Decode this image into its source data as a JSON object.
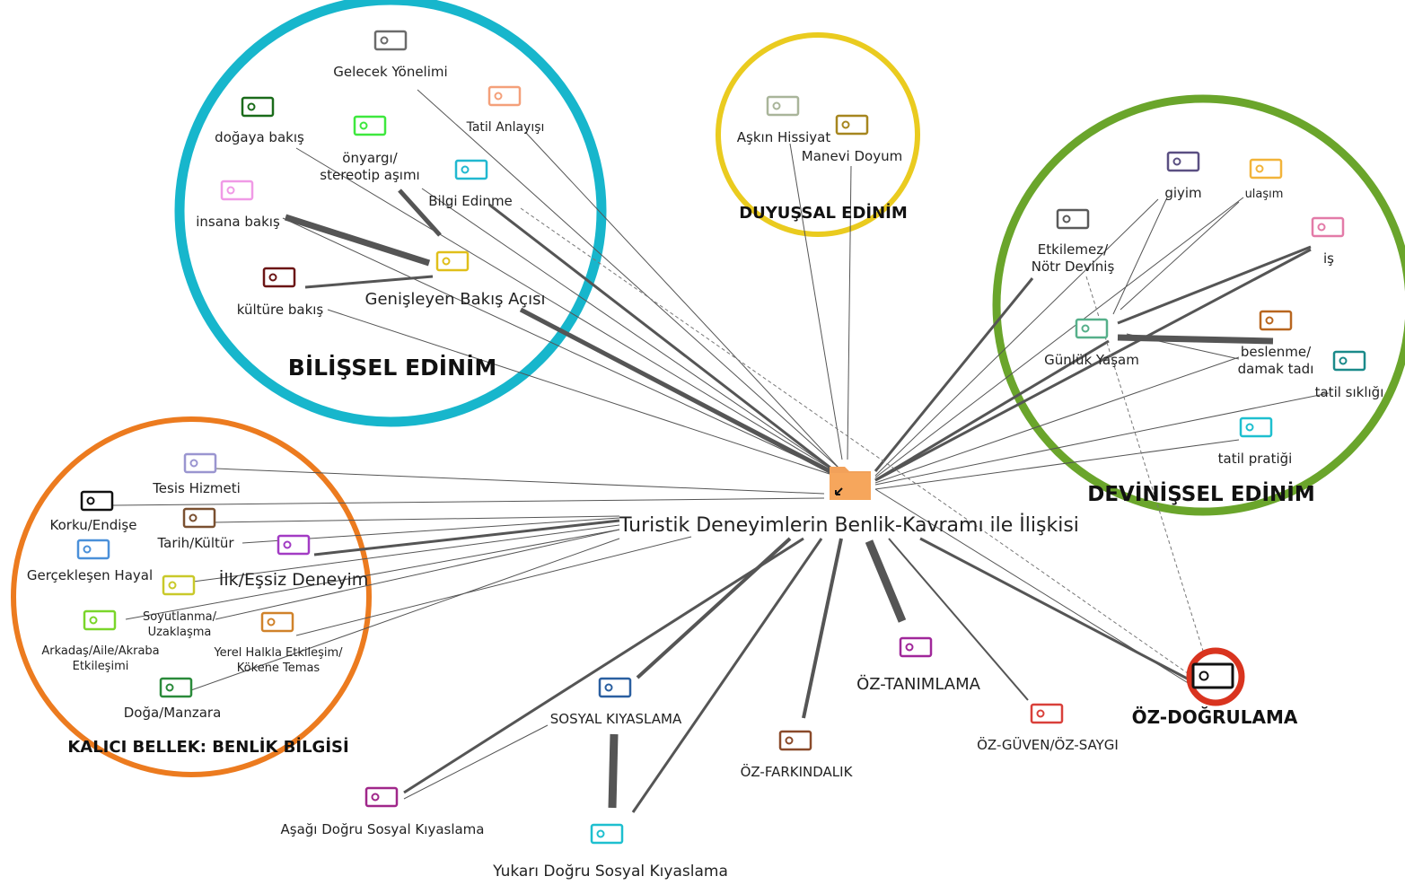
{
  "center": {
    "label": "Turistik Deneyimlerin Benlik-Kavramı ile İlişkisi"
  },
  "groups": [
    {
      "id": "bilissel",
      "label": "BİLİŞSEL EDİNİM",
      "color": "#17b6cc"
    },
    {
      "id": "duyussal",
      "label": "DUYUŞSAL EDİNİM",
      "color": "#eacb1f"
    },
    {
      "id": "devinissel",
      "label": "DEVİNİŞSEL EDİNİM",
      "color": "#6aa52b"
    },
    {
      "id": "kalici",
      "label": "KALICI BELLEK: BENLİK BİLGİSİ",
      "color": "#ec7b1f"
    }
  ],
  "codes": [
    {
      "id": "gelecek",
      "label": "Gelecek Yönelimi",
      "color": "#6b6b6b"
    },
    {
      "id": "tatil_anlayisi",
      "label": "Tatil Anlayışı",
      "color": "#f4a07a"
    },
    {
      "id": "dogaya_bakis",
      "label": "doğaya bakış",
      "color": "#1a6b1a"
    },
    {
      "id": "onyargi",
      "label": "önyargı/ stereotip aşımı",
      "color": "#3ee83e"
    },
    {
      "id": "bilgi_edinme",
      "label": "Bilgi Edinme",
      "color": "#21b8d0"
    },
    {
      "id": "insana_bakis",
      "label": "insana bakış",
      "color": "#f09ae6"
    },
    {
      "id": "genisleyen",
      "label": "Genişleyen Bakış Açısı",
      "color": "#e0bf1a"
    },
    {
      "id": "kulture_bakis",
      "label": "kültüre bakış",
      "color": "#6b1515"
    },
    {
      "id": "askin",
      "label": "Aşkın Hissiyat",
      "color": "#a9b59a"
    },
    {
      "id": "manevi",
      "label": "Manevi Doyum",
      "color": "#a6861f"
    },
    {
      "id": "giyim",
      "label": "giyim",
      "color": "#5a4f82"
    },
    {
      "id": "ulasim",
      "label": "ulaşım",
      "color": "#f2b43a"
    },
    {
      "id": "etkilemez",
      "label": "Etkilemez/ Nötr Deviniş",
      "color": "#5a5a5a"
    },
    {
      "id": "is",
      "label": "iş",
      "color": "#e37ba8"
    },
    {
      "id": "gunluk",
      "label": "Günlük Yaşam",
      "color": "#56b08a"
    },
    {
      "id": "beslenme",
      "label": "beslenme/ damak tadı",
      "color": "#b8661f"
    },
    {
      "id": "tatil_sikligi",
      "label": "tatil sıklığı",
      "color": "#1a8a8a"
    },
    {
      "id": "tatil_pratigi",
      "label": "tatil pratiği",
      "color": "#1ebfcf"
    },
    {
      "id": "tesis",
      "label": "Tesis Hizmeti",
      "color": "#9a95d0"
    },
    {
      "id": "korku",
      "label": "Korku/Endişe",
      "color": "#111111"
    },
    {
      "id": "tarih",
      "label": "Tarih/Kültür",
      "color": "#7a5030"
    },
    {
      "id": "gerceklesen",
      "label": "Gerçekleşen Hayal",
      "color": "#4a90d9"
    },
    {
      "id": "ilk",
      "label": "İlk/Eşsiz Deneyim",
      "color": "#a23bc4"
    },
    {
      "id": "soyutlanma",
      "label": "Soyutlanma/ Uzaklaşma",
      "color": "#c9c92a"
    },
    {
      "id": "arkadas",
      "label": "Arkadaş/Aile/Akraba Etkileşimi",
      "color": "#7ad62a"
    },
    {
      "id": "yerel",
      "label": "Yerel Halkla Etkileşim/ Kökene Temas",
      "color": "#d0822a"
    },
    {
      "id": "doga_manzara",
      "label": "Doğa/Manzara",
      "color": "#2a8a3a"
    },
    {
      "id": "sosyal_kiyas",
      "label": "SOSYAL KIYASLAMA",
      "color": "#2a5fa0"
    },
    {
      "id": "asagi",
      "label": "Aşağı Doğru Sosyal Kıyaslama",
      "color": "#a0278a"
    },
    {
      "id": "yukari",
      "label": "Yukarı Doğru Sosyal Kıyaslama",
      "color": "#1ebfcf"
    },
    {
      "id": "oz_farkindalik",
      "label": "ÖZ-FARKINDALIK",
      "color": "#8a4a2a"
    },
    {
      "id": "oz_tanimlama",
      "label": "ÖZ-TANIMLAMA",
      "color": "#a0279a"
    },
    {
      "id": "oz_guven",
      "label": "ÖZ-GÜVEN/ÖZ-SAYGI",
      "color": "#d9403a"
    },
    {
      "id": "oz_dogrulama",
      "label": "ÖZ-DOĞRULAMA",
      "color": "#111111",
      "highlight": "#d9341f"
    }
  ]
}
